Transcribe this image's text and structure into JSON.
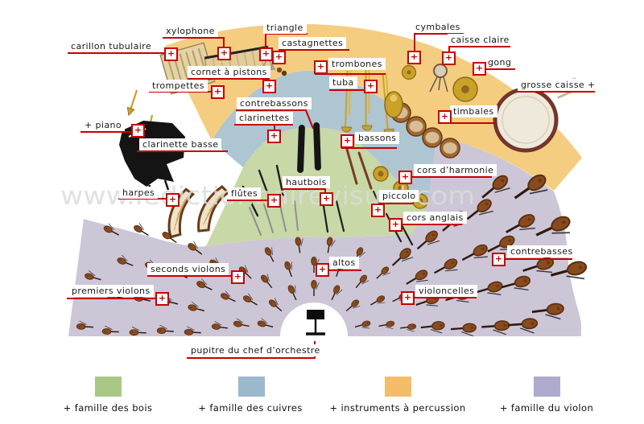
{
  "watermark": "www.ledictionnairevisuel.com",
  "plus": "+",
  "colors": {
    "accent_red": "#C80000",
    "band_percussion": "#F5CD80",
    "band_brass": "#AEC5D2",
    "band_woodwind": "#C8D8A6",
    "band_strings": "#CCC6D7",
    "legend_green": "#A9C885",
    "legend_blue": "#9CB8CC",
    "legend_orange": "#F3BE67",
    "legend_purple": "#AEABCE"
  },
  "labels": {
    "carillon_tubulaire": "carillon tubulaire",
    "xylophone": "xylophone",
    "triangle": "triangle",
    "castagnettes": "castagnettes",
    "cymbales": "cymbales",
    "caisse_claire": "caisse claire",
    "gong": "gong",
    "grosse_caisse": "grosse caisse +",
    "trombones": "trombones",
    "cornet_a_pistons": "cornet à pistons",
    "trompettes": "trompettes",
    "tuba": "tuba",
    "contrebassons": "contrebassons",
    "clarinettes": "clarinettes",
    "piano": "+ piano",
    "clarinette_basse": "clarinette basse",
    "bassons": "bassons",
    "timbales": "timbales",
    "cors_dharmonie": "cors d’harmonie",
    "harpes": "harpes",
    "flutes": "flûtes",
    "hautbois": "hautbois",
    "piccolo": "piccolo",
    "cors_anglais": "cors anglais",
    "contrebasses": "contrebasses",
    "altos": "altos",
    "seconds_violons": "seconds violons",
    "premiers_violons": "premiers violons",
    "violoncelles": "violoncelles",
    "pupitre": "pupitre du chef d’orchestre"
  },
  "legend": [
    {
      "label": "+ famille des bois",
      "color": "#A9C885"
    },
    {
      "label": "+ famille des cuivres",
      "color": "#9CB8CC"
    },
    {
      "label": "+ instruments à percussion",
      "color": "#F3BE67"
    },
    {
      "label": "+ famille du violon",
      "color": "#AEABCE"
    }
  ]
}
